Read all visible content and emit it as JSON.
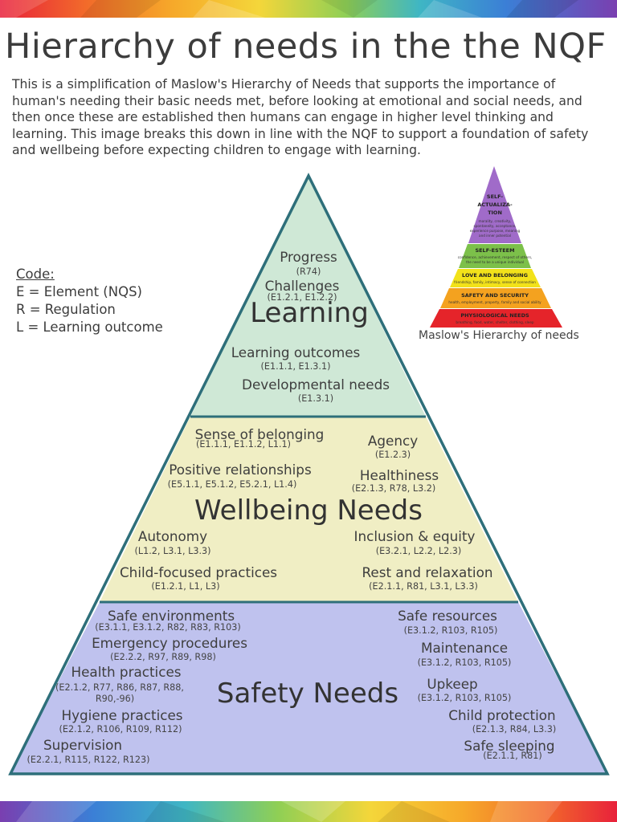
{
  "title": "Hierarchy of needs in the the NQF",
  "intro": "This is a simplification of Maslow's Hierarchy of Needs that supports the importance of human's needing their basic needs met, before looking at emotional and social needs, and then once these are established then humans can engage in higher level thinking and learning. This image breaks this down in line with the NQF to support a foundation of safety and wellbeing before expecting children to engage with learning.",
  "code_key": {
    "title": "Code:",
    "items": [
      "E = Element (NQS)",
      "R = Regulation",
      "L = Learning outcome"
    ]
  },
  "colors": {
    "outline": "#2e6f7a",
    "learning_fill": "#cfe8d6",
    "wellbeing_fill": "#f0eec4",
    "safety_fill": "#bfc2ee"
  },
  "pyramid": {
    "learning": {
      "heading": "Learning",
      "items": [
        {
          "label": "Progress",
          "ref": "(R74)"
        },
        {
          "label": "Challenges",
          "ref": "(E1.2.1, E1.2.2)"
        },
        {
          "label": "Learning outcomes",
          "ref": "(E1.1.1, E1.3.1)"
        },
        {
          "label": "Developmental needs",
          "ref": "(E1.3.1)"
        }
      ]
    },
    "wellbeing": {
      "heading": "Wellbeing Needs",
      "items": [
        {
          "label": "Sense of belonging",
          "ref": "(E1.1.1, E1.1.2, L1.1)"
        },
        {
          "label": "Agency",
          "ref": "(E1.2.3)"
        },
        {
          "label": "Positive relationships",
          "ref": "(E5.1.1, E5.1.2, E5.2.1, L1.4)"
        },
        {
          "label": "Healthiness",
          "ref": "(E2.1.3, R78, L3.2)"
        },
        {
          "label": "Autonomy",
          "ref": "(L1.2, L3.1, L3.3)"
        },
        {
          "label": "Inclusion & equity",
          "ref": "(E3.2.1, L2.2, L2.3)"
        },
        {
          "label": "Child-focused practices",
          "ref": "(E1.2.1, L1, L3)"
        },
        {
          "label": "Rest and relaxation",
          "ref": "(E2.1.1, R81, L3.1, L3.3)"
        }
      ]
    },
    "safety": {
      "heading": "Safety Needs",
      "items": [
        {
          "label": "Safe environments",
          "ref": "(E3.1.1, E3.1.2, R82, R83, R103)"
        },
        {
          "label": "Emergency procedures",
          "ref": "(E2.2.2, R97, R89, R98)"
        },
        {
          "label": "Health practices",
          "ref": "(E2.1.2, R77, R86, R87, R88,",
          "ref2": "R90,-96)"
        },
        {
          "label": "Hygiene practices",
          "ref": "(E2.1.2, R106, R109, R112)"
        },
        {
          "label": "Supervision",
          "ref": "(E2.2.1,  R115, R122, R123)"
        },
        {
          "label": "Safe resources",
          "ref": "(E3.1.2, R103, R105)"
        },
        {
          "label": "Maintenance",
          "ref": "(E3.1.2, R103, R105)"
        },
        {
          "label": "Upkeep",
          "ref": "(E3.1.2, R103, R105)"
        },
        {
          "label": "Child protection",
          "ref": "(E2.1.3, R84, L3.3)"
        },
        {
          "label": "Safe sleeping",
          "ref": "(E2.1.1, R81)"
        }
      ]
    }
  },
  "maslow_inset": {
    "caption": "Maslow's Hierarchy of needs",
    "levels": [
      {
        "title": "SELF-ACTUALIZA-TION",
        "desc": "morality, creativity, spontaneity, acceptance, experience purpose, meaning and inner potential",
        "color": "#a06bc9"
      },
      {
        "title": "SELF-ESTEEM",
        "desc": "confidence, achievement, respect of others, the need to be a unique individual",
        "color": "#7cc04a"
      },
      {
        "title": "LOVE AND BELONGING",
        "desc": "friendship, family, intimacy, sense of connection",
        "color": "#f2e21a"
      },
      {
        "title": "SAFETY AND SECURITY",
        "desc": "health, employment, property, family and social ability",
        "color": "#f4a21f"
      },
      {
        "title": "PHYSIOLOGICAL NEEDS",
        "desc": "breathing, food, water, shelter, clothing, sleep",
        "color": "#e5242a"
      }
    ]
  }
}
